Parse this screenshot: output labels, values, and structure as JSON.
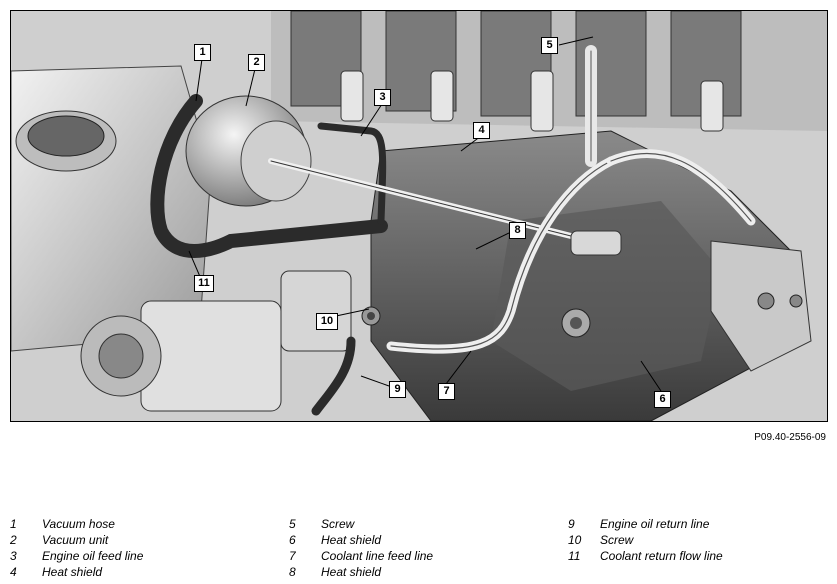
{
  "figure": {
    "reference": "P09.40-2556-09",
    "callouts": [
      "1",
      "2",
      "3",
      "4",
      "5",
      "6",
      "7",
      "8",
      "9",
      "10",
      "11"
    ]
  },
  "legend": [
    {
      "number": "1",
      "label": "Vacuum hose"
    },
    {
      "number": "2",
      "label": "Vacuum unit"
    },
    {
      "number": "3",
      "label": "Engine oil feed line"
    },
    {
      "number": "4",
      "label": "Heat shield"
    },
    {
      "number": "5",
      "label": "Screw"
    },
    {
      "number": "6",
      "label": "Heat shield"
    },
    {
      "number": "7",
      "label": "Coolant line feed line"
    },
    {
      "number": "8",
      "label": "Heat shield"
    },
    {
      "number": "9",
      "label": "Engine oil return line"
    },
    {
      "number": "10",
      "label": "Screw"
    },
    {
      "number": "11",
      "label": "Coolant return flow line"
    }
  ]
}
